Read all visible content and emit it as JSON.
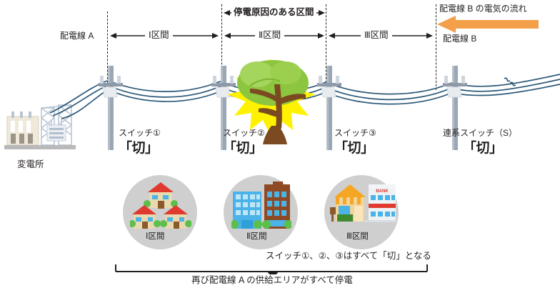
{
  "diagram": {
    "title_context": "配電線の停電区間と開閉器状態",
    "feeders": {
      "left_label": "配電線 A",
      "right_label": "配電線 B",
      "flow_label": "配電線 B の電気の流れ",
      "flow_arrow_color": "#F4A04B",
      "flow_direction": "left"
    },
    "fault_span_label": "停電原因のある区間",
    "sections": [
      {
        "id": "I",
        "label": "Ⅰ区間"
      },
      {
        "id": "II",
        "label": "Ⅱ区間"
      },
      {
        "id": "III",
        "label": "Ⅲ区間"
      }
    ],
    "switches": [
      {
        "name": "スイッチ①",
        "state": "「切」"
      },
      {
        "name": "スイッチ②",
        "state": "「切」"
      },
      {
        "name": "スイッチ③",
        "state": "「切」"
      },
      {
        "name": "連系スイッチ（S）",
        "state": "「切」"
      }
    ],
    "substation": {
      "label": "変電所"
    },
    "areas": [
      {
        "caption": "Ⅰ区間",
        "kind": "houses"
      },
      {
        "caption": "Ⅱ区間",
        "kind": "offices"
      },
      {
        "caption": "Ⅲ区間",
        "kind": "shops",
        "bank_sign": "BANK"
      }
    ],
    "notes": {
      "bracket_note": "スイッチ①、②、③はすべて「切」となる",
      "conclusion": "再び配電線 A の供給エリアがすべて停電"
    },
    "icons": {
      "fault": "fault-burst-icon",
      "tree": "fallen-tree-icon",
      "pole": "utility-pole-icon",
      "wire_break": "wire-break-icon"
    },
    "colors": {
      "wire": "#2b5878",
      "pole": "#9aa7b4",
      "circle_bg": "#cfcfcf",
      "burst": "#fff200",
      "foliage": "#8cc63f",
      "trunk": "#7b4a20",
      "orange": "#F4A04B"
    }
  }
}
